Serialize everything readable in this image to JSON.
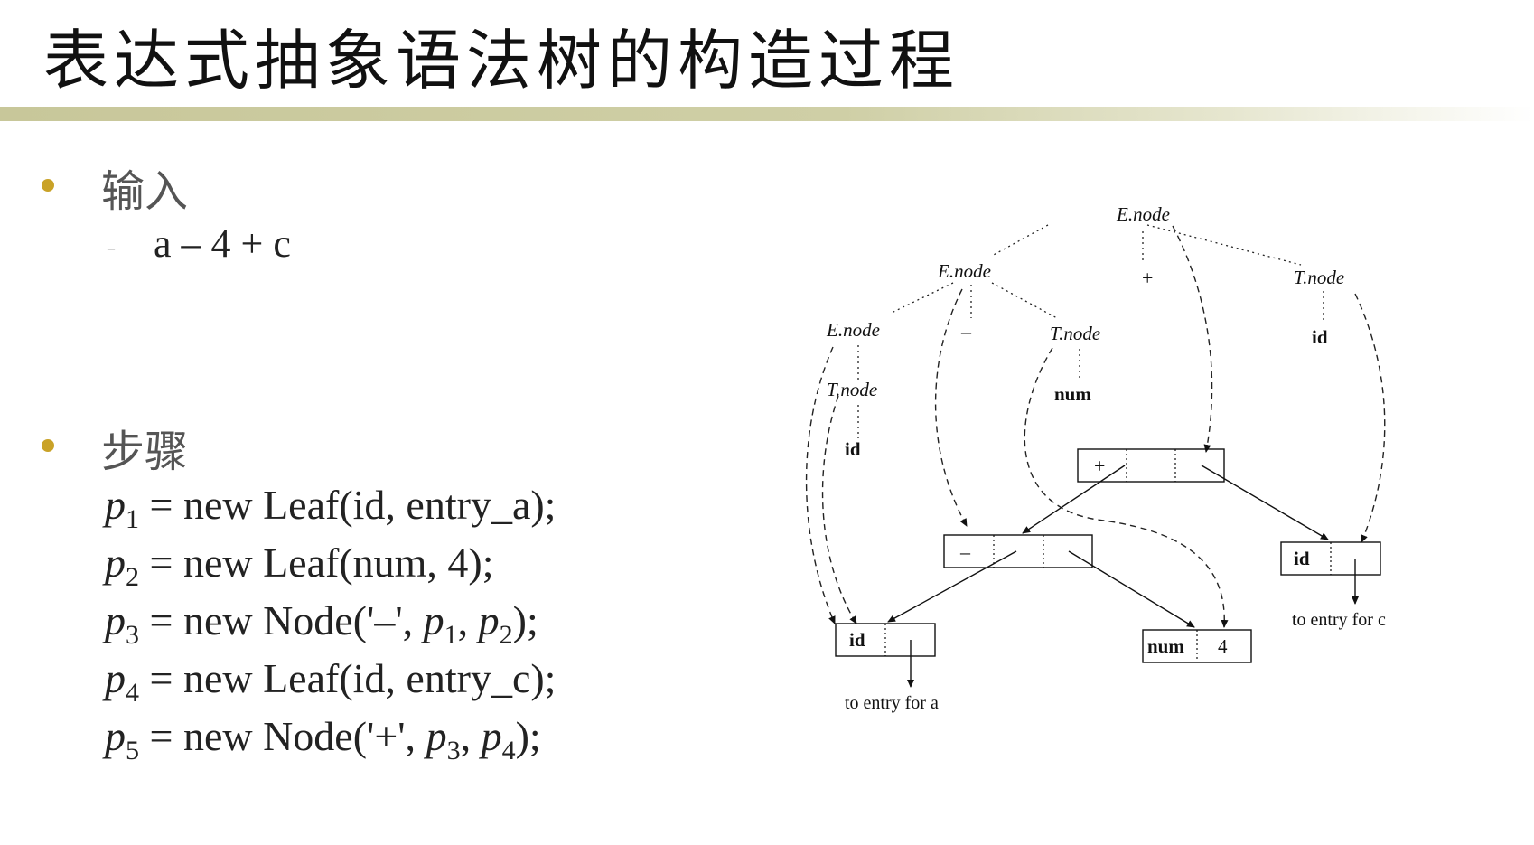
{
  "title": "表达式抽象语法树的构造过程",
  "sections": {
    "input_heading": "输入",
    "input_expr": "a – 4 + c",
    "steps_heading": "步骤"
  },
  "steps": [
    {
      "var": "p",
      "sub": "1",
      "text": " = new Leaf(id, entry_a);"
    },
    {
      "var": "p",
      "sub": "2",
      "text": " = new Leaf(num, 4);"
    },
    {
      "var": "p",
      "sub": "3",
      "pre": " = new Node('–', ",
      "a": "p",
      "asub": "1",
      "mid": ", ",
      "b": "p",
      "bsub": "2",
      "post": ");"
    },
    {
      "var": "p",
      "sub": "4",
      "text": " = new Leaf(id, entry_c);"
    },
    {
      "var": "p",
      "sub": "5",
      "pre": " = new Node('+', ",
      "a": "p",
      "asub": "3",
      "mid": ", ",
      "b": "p",
      "bsub": "4",
      "post": ");"
    }
  ],
  "diagram": {
    "enode": "E.node",
    "tnode": "T.node",
    "plus": "+",
    "minus": "–",
    "id": "id",
    "num": "num",
    "four": "4",
    "entry_a": "to entry for a",
    "entry_c": "to entry for c"
  },
  "colors": {
    "bullet": "#c9a227",
    "bar": "#c8c79a"
  }
}
